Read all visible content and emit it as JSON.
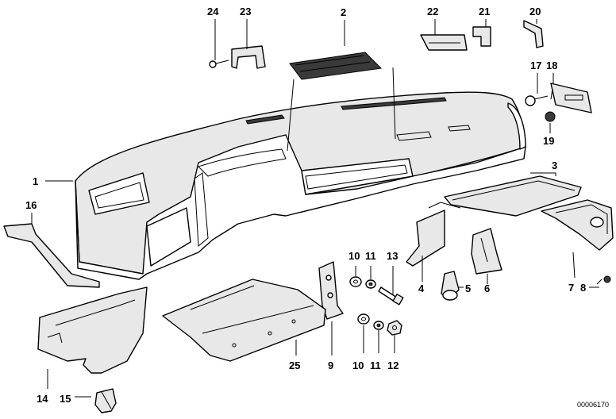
{
  "diagram_id": "00006170",
  "callouts": {
    "c1": "1",
    "c2": "2",
    "c3": "3",
    "c4": "4",
    "c5": "5",
    "c6": "6",
    "c7": "7",
    "c8": "8",
    "c9": "9",
    "c10a": "10",
    "c10b": "10",
    "c11a": "11",
    "c11b": "11",
    "c12": "12",
    "c13": "13",
    "c14": "14",
    "c15": "15",
    "c16": "16",
    "c17": "17",
    "c18": "18",
    "c19": "19",
    "c20": "20",
    "c21": "21",
    "c22": "22",
    "c23": "23",
    "c24": "24",
    "c25": "25"
  }
}
